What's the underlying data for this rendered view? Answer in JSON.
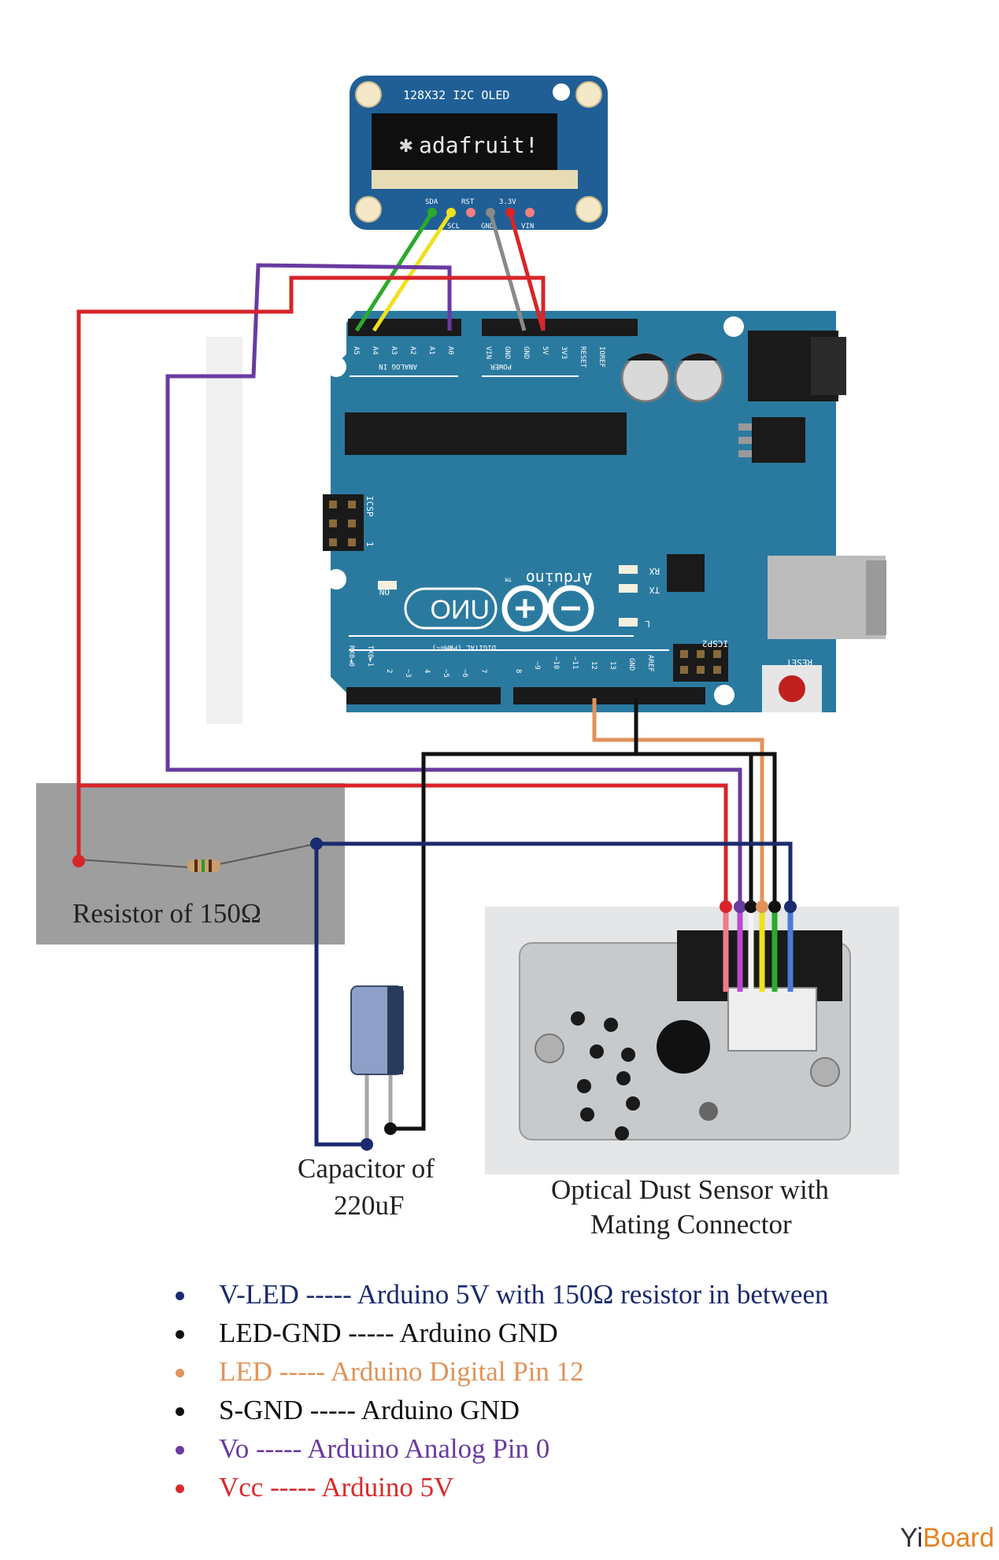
{
  "oled": {
    "title": "128X32 I2C OLED",
    "brand_text": "adafruit!",
    "pins_top": [
      "SDA",
      "RST",
      "3.3V"
    ],
    "pins_bottom": [
      "SCL",
      "GND",
      "VIN"
    ]
  },
  "arduino": {
    "analog_pins": [
      "A5",
      "A4",
      "A3",
      "A2",
      "A1",
      "A0"
    ],
    "power_pins": [
      "VIN",
      "GND",
      "GND",
      "5V",
      "3V3",
      "RESET",
      "IOREF"
    ],
    "analog_header": "ANALOG IN",
    "power_header": "POWER",
    "icsp_label": "ICSP",
    "icsp2_label": "ICSP2",
    "icsp_pin": "1",
    "brand": "Arduino",
    "tm": "TM",
    "model": "UNO",
    "on_label": "ON",
    "tx_label": "TX",
    "rx_label": "RX",
    "l_label": "L",
    "reset_label": "RESET",
    "digital_header": "DIGITAL (PWM=~)",
    "digital_pins": [
      "RX0◄0",
      "TX0►1",
      "2",
      "~3",
      "4",
      "~5",
      "~6",
      "7",
      "8",
      "~9",
      "~10",
      "~11",
      "12",
      "13",
      "GND",
      "AREF"
    ]
  },
  "captions": {
    "resistor": "Resistor of 150Ω",
    "capacitor_line1": "Capacitor of",
    "capacitor_line2": "220uF",
    "sensor_line1": "Optical Dust Sensor with",
    "sensor_line2": "Mating Connector"
  },
  "legend": [
    {
      "text": "V-LED ----- Arduino 5V with 150Ω resistor in between",
      "color": "#1a2a6e"
    },
    {
      "text": "LED-GND ----- Arduino GND",
      "color": "#111111"
    },
    {
      "text": "LED ----- Arduino Digital Pin 12",
      "color": "#e0935a"
    },
    {
      "text": "S-GND ----- Arduino GND",
      "color": "#111111"
    },
    {
      "text": "Vo ----- Arduino Analog Pin 0",
      "color": "#6a3aa0"
    },
    {
      "text": "Vcc ----- Arduino 5V",
      "color": "#d82a2a"
    }
  ],
  "watermark": {
    "part1": "Yi",
    "part2": "Board"
  },
  "colors": {
    "board": "#2a7aa0",
    "oled_board": "#1f5f96",
    "wire_red": "#d8252a",
    "wire_purple": "#6a3aa0",
    "wire_black": "#111111",
    "wire_navy": "#1a2a6e",
    "wire_orange": "#e0935a",
    "wire_green": "#2aaa2a",
    "wire_yellow": "#f0e020",
    "wire_grey": "#8a8a8a"
  }
}
